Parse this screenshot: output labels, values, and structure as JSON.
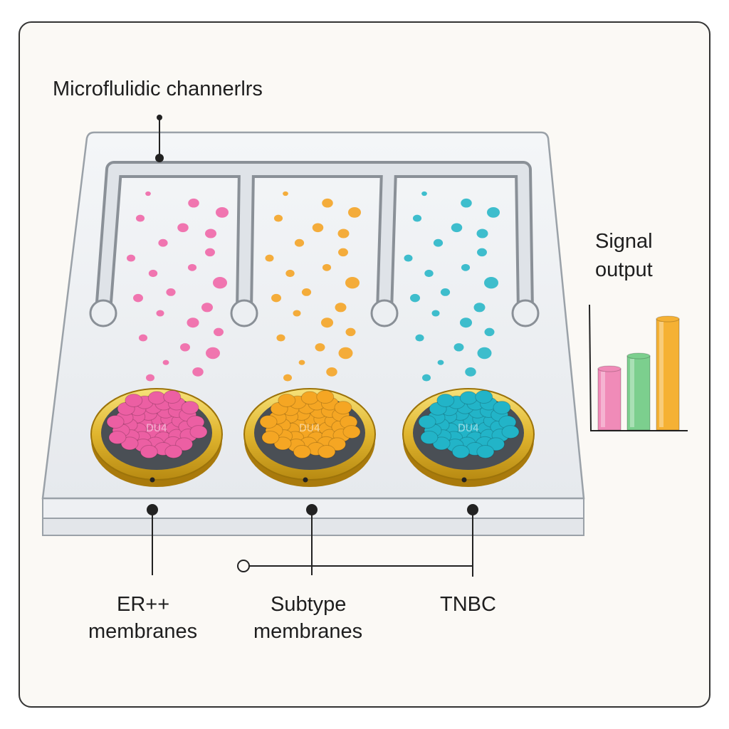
{
  "diagram": {
    "channels_label": "Microflulidic channerlrs",
    "signal_label_line1": "Signal",
    "signal_label_line2": "output",
    "membranes": [
      {
        "label_line1": "ER++",
        "label_line2": "membranes",
        "color": "#ec5fa3",
        "dot_color": "#f06aa9",
        "sensor_text": "DU4"
      },
      {
        "label_line1": "Subtype",
        "label_line2": "membranes",
        "color": "#f5a623",
        "dot_color": "#f4a62a",
        "sensor_text": "DU4"
      },
      {
        "label_line1": "TNBC",
        "label_line2": "",
        "color": "#22b4c8",
        "dot_color": "#2fb8c9",
        "sensor_text": "DU4"
      }
    ],
    "signal_chart": {
      "type": "bar",
      "values": [
        0.43,
        0.52,
        0.78
      ],
      "colors": [
        "#f08bb8",
        "#7ccf8e",
        "#f5b134"
      ]
    }
  }
}
